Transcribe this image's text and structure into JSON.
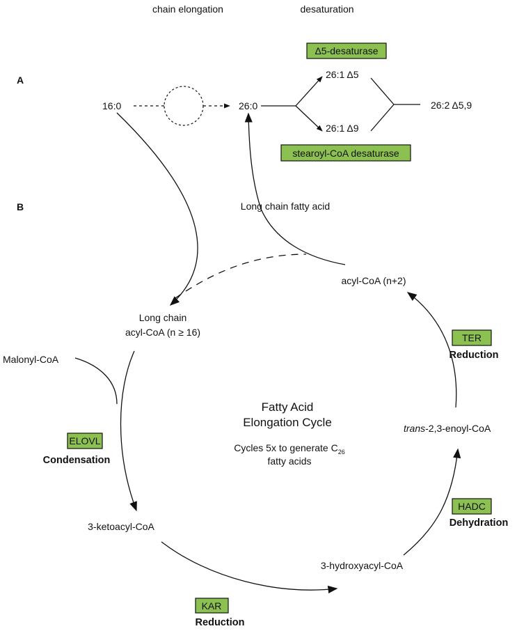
{
  "colors": {
    "enzyme_box": "#8cc152",
    "reduction": "#c0392b",
    "condensation": "#2c4f9e",
    "dehydration": "#3b2a7a"
  },
  "headers": {
    "chain_elongation": "chain elongation",
    "desaturation": "desaturation"
  },
  "panels": {
    "a": "A",
    "b": "B"
  },
  "panel_a": {
    "substrate": "16:0",
    "product": "26:0",
    "d5_product": "26:1 Δ5",
    "d9_product": "26:1 Δ9",
    "final_product": "26:2 Δ5,9",
    "d5_enzyme": "Δ5-desaturase",
    "scd_enzyme": "stearoyl-CoA desaturase"
  },
  "panel_b": {
    "long_chain_fatty_acid": "Long chain fatty acid",
    "acyl_coa_n2": "acyl-CoA (n+2)",
    "long_chain_acyl_line1": "Long chain",
    "long_chain_acyl_line2": "acyl-CoA (n ≥ 16)",
    "malonyl_coa": "Malonyl-CoA",
    "ketoacyl": "3-ketoacyl-CoA",
    "hydroxyacyl": "3-hydroxyacyl-CoA",
    "enoyl_italic": "trans",
    "enoyl_rest": "-2,3-enoyl-CoA",
    "center_title_1": "Fatty Acid",
    "center_title_2": "Elongation Cycle",
    "cycles_text": "Cycles 5x to generate C",
    "cycles_sub": "26",
    "cycles_text2": "fatty acids"
  },
  "enzymes": {
    "elovl": {
      "name": "ELOVL",
      "step": "Condensation"
    },
    "kar": {
      "name": "KAR",
      "step": "Reduction"
    },
    "hadc": {
      "name": "HADC",
      "step": "Dehydration"
    },
    "ter": {
      "name": "TER",
      "step": "Reduction"
    }
  }
}
